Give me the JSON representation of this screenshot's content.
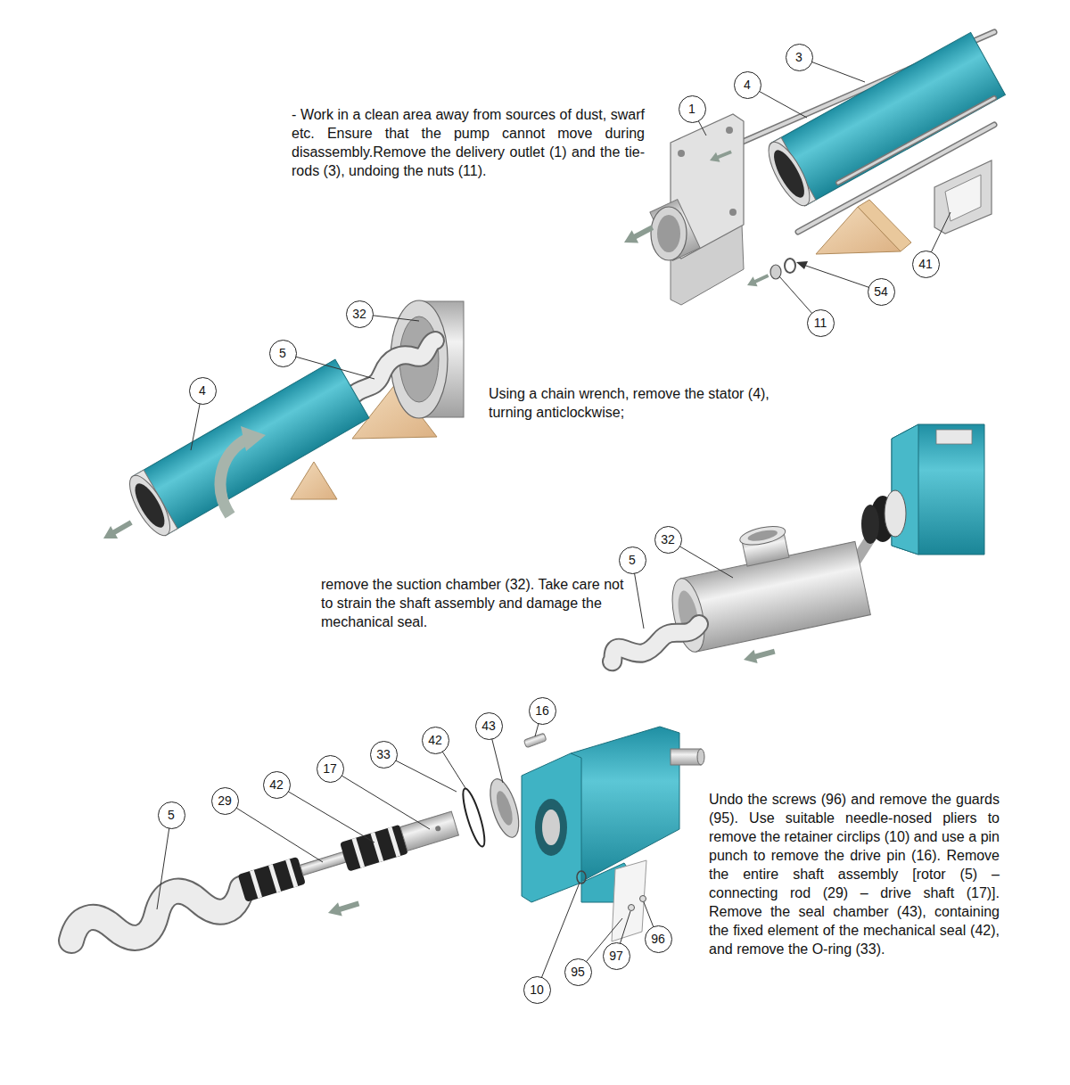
{
  "diagram": {
    "nodes": [
      {
        "text": [
          "3"
        ]
      },
      {
        "text": [
          "4"
        ]
      },
      {
        "text": [
          "1"
        ]
      },
      {
        "text": [
          "41"
        ]
      },
      {
        "text": [
          "54"
        ]
      },
      {
        "text": [
          "11"
        ]
      },
      {
        "text": [
          "32"
        ]
      },
      {
        "text": [
          "5"
        ]
      },
      {
        "text": [
          "4"
        ]
      },
      {
        "text": [
          "32"
        ]
      },
      {
        "text": [
          "5"
        ]
      },
      {
        "text": [
          "16"
        ]
      },
      {
        "text": [
          "43"
        ]
      },
      {
        "text": [
          "42"
        ]
      },
      {
        "text": [
          "33"
        ]
      },
      {
        "text": [
          "17"
        ]
      },
      {
        "text": [
          "42"
        ]
      },
      {
        "text": [
          "29"
        ]
      },
      {
        "text": [
          "5"
        ]
      },
      {
        "text": [
          "96"
        ]
      },
      {
        "text": [
          "97"
        ]
      },
      {
        "text": [
          "95"
        ]
      },
      {
        "text": [
          "10"
        ]
      }
    ],
    "labels": [
      "- Work in a clean area away from sources of dust, swarf etc. Ensure that the pump cannot move during disassembly.Remove the delivery outlet (1) and the tie-rods (3), undoing the nuts (11).",
      "Using a chain wrench, remove the stator (4), turning anticlockwise;",
      "remove the suction chamber (32). Take care not to strain the shaft assembly and damage the mechanical seal.",
      "Undo the screws (96) and remove the guards (95). Use suitable needle-nosed pliers to remove the retainer circlips (10) and use a pin punch to remove the drive pin (16). Remove the entire shaft assembly [rotor (5) – connecting rod (29) – drive shaft (17)]. Remove the seal chamber (43), containing the fixed element of the mechanical seal (42), and remove the O-ring (33)."
    ]
  }
}
